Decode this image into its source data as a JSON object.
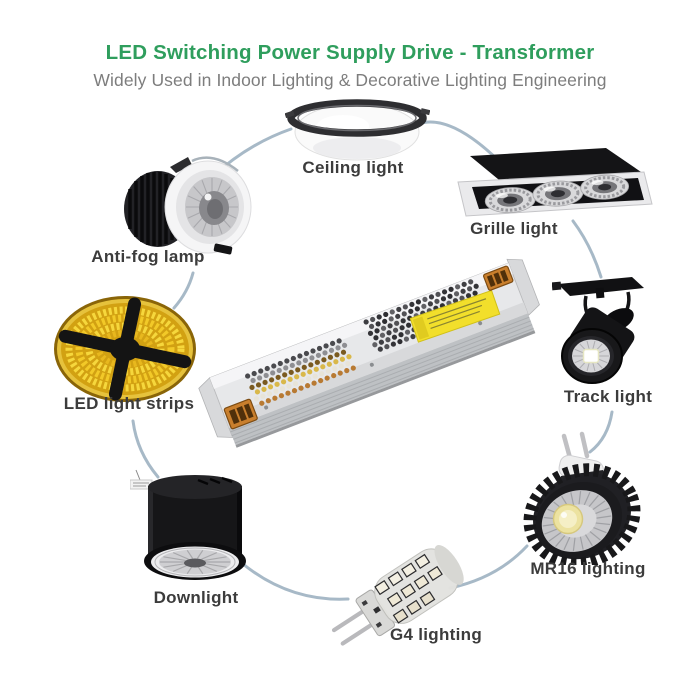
{
  "header": {
    "title": "LED Switching Power Supply Drive - Transformer",
    "subtitle": "Widely Used in Indoor Lighting & Decorative Lighting Engineering"
  },
  "items": [
    {
      "label": "Ceiling light"
    },
    {
      "label": "Grille light"
    },
    {
      "label": "Anti-fog lamp"
    },
    {
      "label": "LED light strips"
    },
    {
      "label": "Track light"
    },
    {
      "label": "MR16 lighting"
    },
    {
      "label": "G4 lighting"
    },
    {
      "label": "Downlight"
    }
  ],
  "colors": {
    "title_green": "#2f9e5d",
    "subtitle_gray": "#7d7d7d",
    "label_dark": "#3c3c3c",
    "connector_blue_gray": "#a7b9c7",
    "psu_body_silver": "#e7e8ea",
    "psu_label_yellow": "#f2df2b",
    "psu_terminal_orange": "#c97f2d",
    "led_strip_gold": "#d2a112"
  }
}
